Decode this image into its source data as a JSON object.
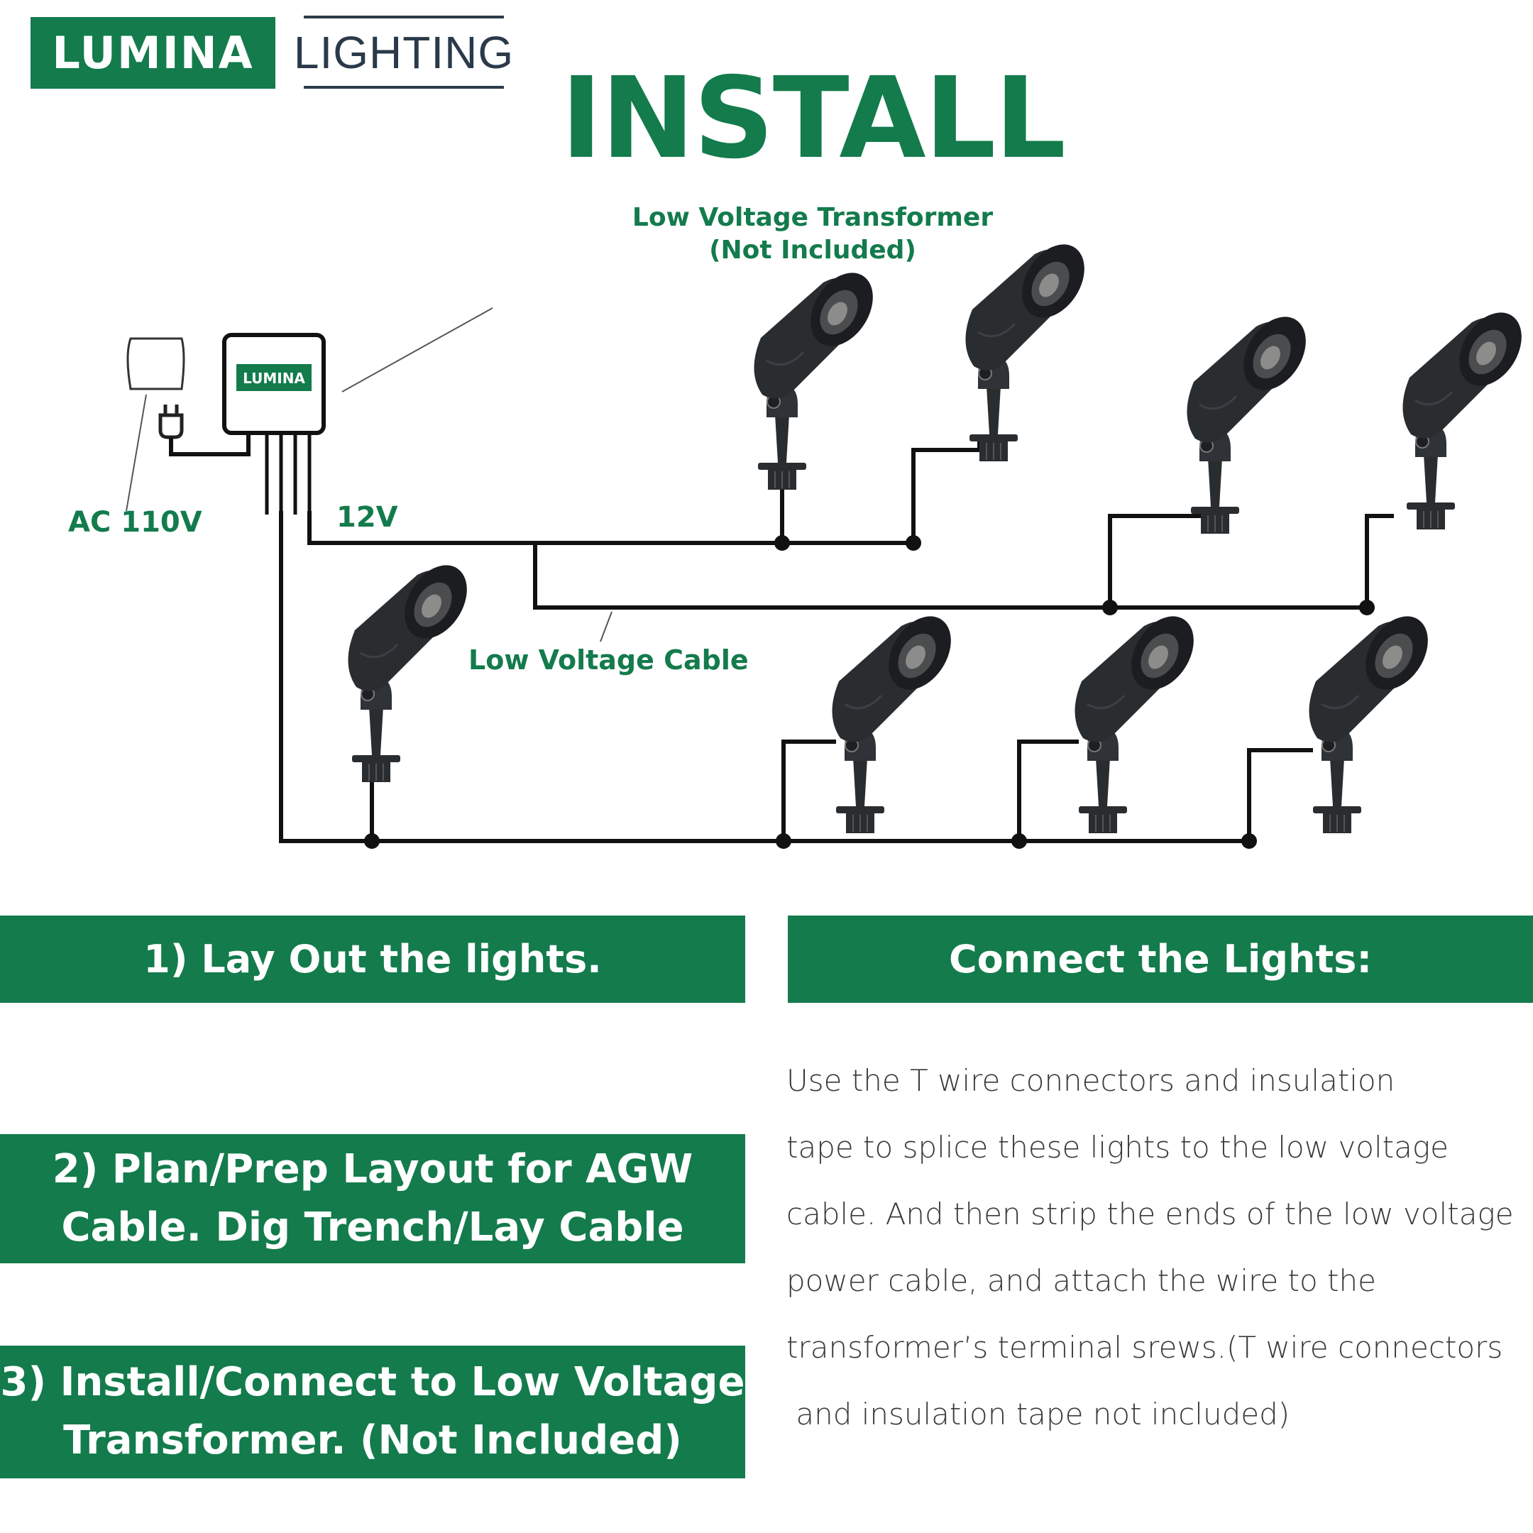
{
  "brand": {
    "primary": "LUMINA",
    "secondary": "LIGHTING",
    "device_label": "LUMINA"
  },
  "title": "INSTALL",
  "diagram": {
    "transformer_label": [
      "Low Voltage Transformer",
      "(Not Included)"
    ],
    "ac_label": "AC 110V",
    "dc_label": "12V",
    "cable_label": "Low Voltage Cable"
  },
  "steps": {
    "step1": "1)   Lay Out the lights.",
    "step2": [
      "2)   Plan/Prep Layout for AGW",
      "Cable. Dig Trench/Lay Cable"
    ],
    "step3": [
      "3)  Install/Connect to Low Voltage",
      "Transformer.  (Not Included)"
    ]
  },
  "connect": {
    "heading": "Connect the Lights:",
    "lines": [
      "Use the T wire connectors and insulation",
      "tape to splice these lights to the low voltage",
      "cable. And then strip the ends of the low voltage",
      "power cable, and attach the wire to the",
      "transformer’s terminal srews.(T wire connectors",
      " and insulation tape not included)"
    ]
  },
  "colors": {
    "brand_green": "#137b4c",
    "navy": "#2b3a4a",
    "fixture": "#2a2d30",
    "wire": "#111111"
  }
}
